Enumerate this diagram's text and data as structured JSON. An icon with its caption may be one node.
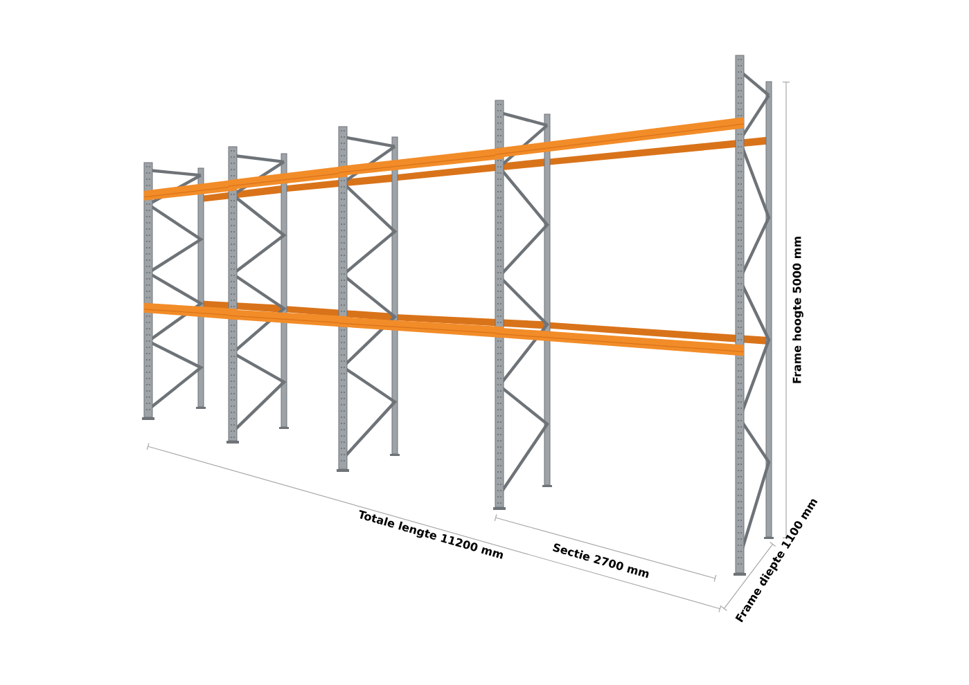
{
  "diagram": {
    "labels": [
      "Frame hoogte 5000 mm",
      "Totale lengte 11200 mm",
      "Sectie 2700 mm",
      "Frame diepte 1100 mm"
    ]
  }
}
